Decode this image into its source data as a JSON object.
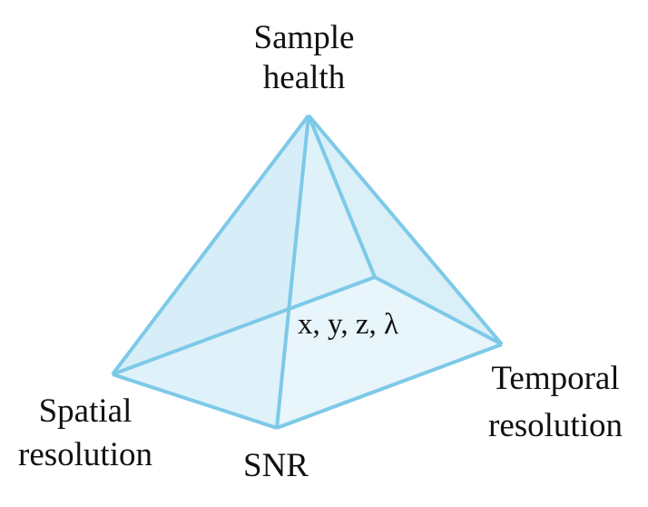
{
  "labels": {
    "apex": [
      "Sample",
      "health"
    ],
    "right": [
      "Temporal",
      "resolution"
    ],
    "left": [
      "Spatial",
      "resolution"
    ],
    "front": "SNR",
    "base": "x, y, z, λ"
  },
  "colors": {
    "edge": "#7dc9e8",
    "face": "#e2f2fa",
    "face_back": "#d8eef8",
    "base": "#eff8fc"
  }
}
